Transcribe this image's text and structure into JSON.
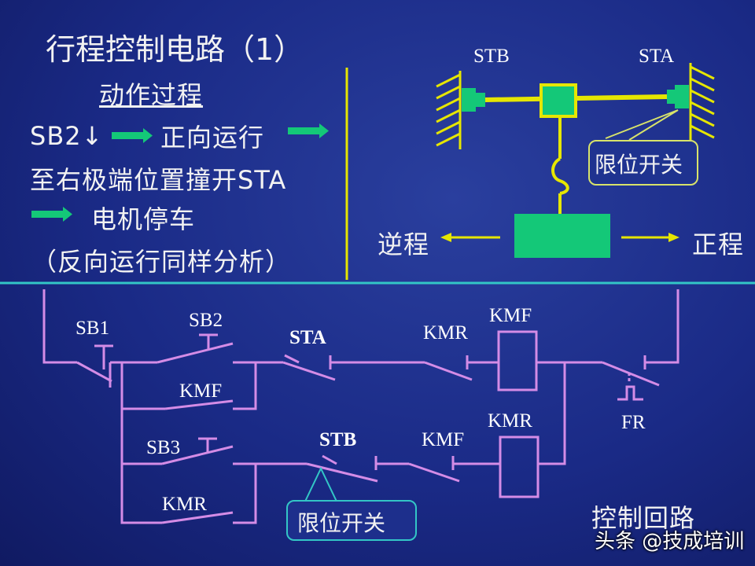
{
  "title": "行程控制电路（1）",
  "process": {
    "heading": "动作过程",
    "line1_prefix": "SB2↓",
    "line1_text": "正向运行",
    "line2": "至右极端位置撞开STA",
    "line3_text": "电机停车",
    "line4": "（反向运行同样分析）"
  },
  "mechanism": {
    "stb": "STB",
    "sta": "STA",
    "limit_switch": "限位开关",
    "reverse": "逆程",
    "forward": "正程"
  },
  "circuit": {
    "sb1": "SB1",
    "sb2": "SB2",
    "sb3": "SB3",
    "kmf_aux": "KMF",
    "kmr_aux": "KMR",
    "sta": "STA",
    "stb": "STB",
    "kmr_interlock": "KMR",
    "kmf_interlock": "KMF",
    "kmf_coil": "KMF",
    "kmr_coil": "KMR",
    "fr": "FR",
    "limit_switch": "限位开关",
    "control_loop": "控制回路"
  },
  "watermark": "头条 @技成培训",
  "colors": {
    "wire": "#d48ce6",
    "yellow": "#e6e600",
    "green": "#14c878",
    "divider": "#33c6c6"
  }
}
